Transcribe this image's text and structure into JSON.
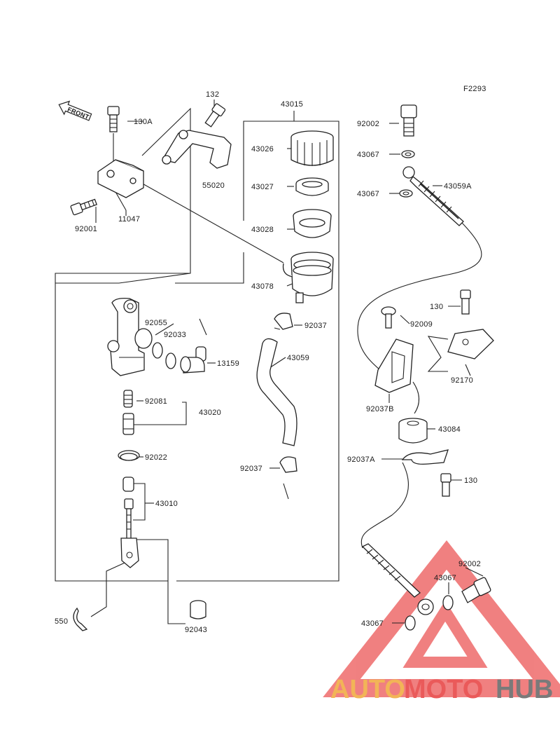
{
  "figure_code": "F2293",
  "front_marker": "FRONT",
  "parts": {
    "p132": "132",
    "p130A": "130A",
    "p55020": "55020",
    "p11047": "11047",
    "p92001": "92001",
    "p43015": "43015",
    "p43026": "43026",
    "p43027": "43027",
    "p43028": "43028",
    "p43078": "43078",
    "p92055": "92055",
    "p92033": "92033",
    "p13159": "13159",
    "p92081": "92081",
    "p43020": "43020",
    "p92022": "92022",
    "p43010": "43010",
    "p550": "550",
    "p92043": "92043",
    "p92037_top": "92037",
    "p43059": "43059",
    "p92037_low": "92037",
    "p92002_top": "92002",
    "p43067_a": "43067",
    "p43067_b": "43067",
    "p43059A": "43059A",
    "p130_top": "130",
    "p92009": "92009",
    "p92170": "92170",
    "p92037B": "92037B",
    "p43084": "43084",
    "p92037A": "92037A",
    "p130_low": "130",
    "p92002_low": "92002",
    "p43067_c": "43067",
    "p43067_d": "43067"
  },
  "watermark": {
    "auto": "AUTO",
    "moto": "MOTO",
    "hub": "HUB",
    "colors": {
      "auto": "#f2b457",
      "moto": "#ea5a5a",
      "hub": "#7a7a7a",
      "triangle": "#ee6b6b"
    }
  }
}
